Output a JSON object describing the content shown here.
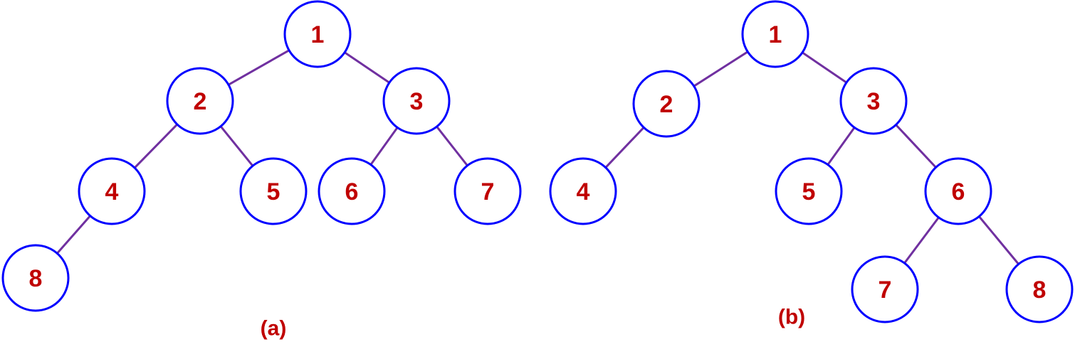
{
  "colors": {
    "node_border": "#0000ff",
    "label_text": "#c00000",
    "edge": "#7030a0",
    "background": "#ffffff"
  },
  "trees": [
    {
      "id": "a",
      "caption": "(a)",
      "nodes": [
        {
          "id": "a1",
          "label": "1"
        },
        {
          "id": "a2",
          "label": "2"
        },
        {
          "id": "a3",
          "label": "3"
        },
        {
          "id": "a4",
          "label": "4"
        },
        {
          "id": "a5",
          "label": "5"
        },
        {
          "id": "a6",
          "label": "6"
        },
        {
          "id": "a7",
          "label": "7"
        },
        {
          "id": "a8",
          "label": "8"
        }
      ],
      "edges": [
        [
          "a1",
          "a2"
        ],
        [
          "a1",
          "a3"
        ],
        [
          "a2",
          "a4"
        ],
        [
          "a2",
          "a5"
        ],
        [
          "a3",
          "a6"
        ],
        [
          "a3",
          "a7"
        ],
        [
          "a4",
          "a8"
        ]
      ]
    },
    {
      "id": "b",
      "caption": "(b)",
      "nodes": [
        {
          "id": "b1",
          "label": "1"
        },
        {
          "id": "b2",
          "label": "2"
        },
        {
          "id": "b3",
          "label": "3"
        },
        {
          "id": "b4",
          "label": "4"
        },
        {
          "id": "b5",
          "label": "5"
        },
        {
          "id": "b6",
          "label": "6"
        },
        {
          "id": "b7",
          "label": "7"
        },
        {
          "id": "b8",
          "label": "8"
        }
      ],
      "edges": [
        [
          "b1",
          "b2"
        ],
        [
          "b1",
          "b3"
        ],
        [
          "b2",
          "b4"
        ],
        [
          "b3",
          "b5"
        ],
        [
          "b3",
          "b6"
        ],
        [
          "b6",
          "b7"
        ],
        [
          "b6",
          "b8"
        ]
      ]
    }
  ]
}
